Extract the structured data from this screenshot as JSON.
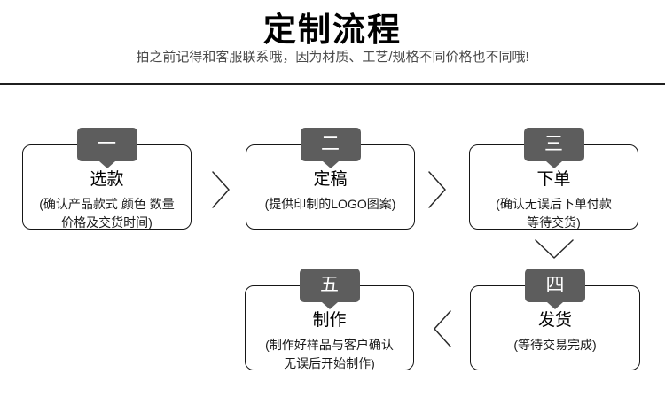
{
  "header": {
    "title": "定制流程",
    "subtitle": "拍之前记得和客服联系哦，因为材质、工艺/规格不同价格也不同哦!"
  },
  "colors": {
    "ribbon": "#5d5d5d",
    "ribbon-text": "#ffffff",
    "box-border": "#161616",
    "title-text": "#000000",
    "subtitle-text": "#4a4a4a",
    "desc-text": "#1a1a1a",
    "arrow": "#2a2a2a",
    "divider": "#1f1f1f"
  },
  "steps": [
    {
      "number": "一",
      "title": "选款",
      "desc_line1": "(确认产品款式 颜色 数量",
      "desc_line2": "价格及交货时间)"
    },
    {
      "number": "二",
      "title": "定稿",
      "desc_line1": "(提供印制的LOGO图案)",
      "desc_line2": ""
    },
    {
      "number": "三",
      "title": "下单",
      "desc_line1": "(确认无误后下单付款",
      "desc_line2": "等待交货)"
    },
    {
      "number": "四",
      "title": "发货",
      "desc_line1": "(等待交易完成)",
      "desc_line2": ""
    },
    {
      "number": "五",
      "title": "制作",
      "desc_line1": "(制作好样品与客户确认",
      "desc_line2": "无误后开始制作)"
    }
  ],
  "arrows": [
    {
      "icon": "chevron-right"
    },
    {
      "icon": "chevron-right"
    },
    {
      "icon": "chevron-down"
    },
    {
      "icon": "chevron-left"
    }
  ]
}
